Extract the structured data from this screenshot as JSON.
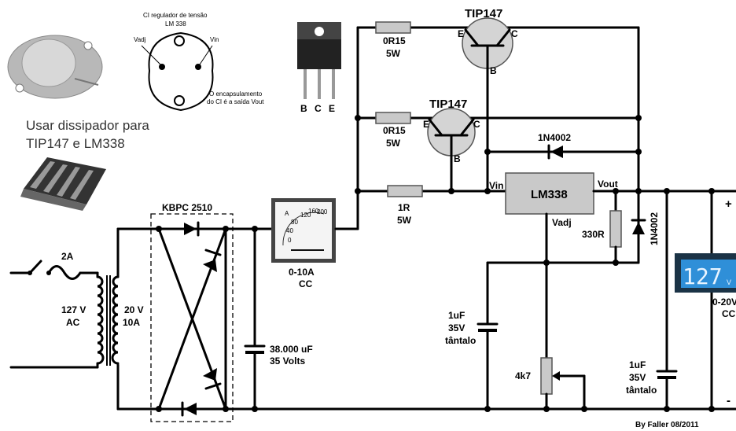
{
  "labels": {
    "ic_title_1": "CI regulador de tensão",
    "ic_title_2": "LM 338",
    "pin_vadj": "Vadj",
    "pin_vin": "Vin",
    "case_note_1": "O encapsulamento",
    "case_note_2": "do CI é a saída Vout",
    "pkg_b": "B",
    "pkg_c": "C",
    "pkg_e": "E",
    "heatsink_note_1": "Usar dissipador para",
    "heatsink_note_2": "TIP147 e LM338",
    "bridge": "KBPC 2510",
    "fuse": "2A",
    "mains_v": "127 V",
    "mains_ac": "AC",
    "sec_v": "20 V",
    "sec_a": "10A",
    "cap_main_v": "38.000 uF",
    "cap_main_rating": "35 Volts",
    "ammeter_range": "0-10A",
    "ammeter_cc": "CC",
    "r1_value": "0R15",
    "r1_power": "5W",
    "r2_value": "0R15",
    "r2_power": "5W",
    "r3_value": "1R",
    "r3_power": "5W",
    "q1": "TIP147",
    "q2": "TIP147",
    "q_e": "E",
    "q_c": "C",
    "q_b": "B",
    "diode_top": "1N4002",
    "diode_side": "1N4002",
    "reg": "LM338",
    "reg_vin": "Vin",
    "reg_vout": "Vout",
    "reg_vadj": "Vadj",
    "r_330": "330R",
    "c_adj_v": "1uF",
    "c_adj_rating": "35V",
    "c_adj_type": "tântalo",
    "pot": "4k7",
    "c_out_v": "1uF",
    "c_out_rating": "35V",
    "c_out_type": "tântalo",
    "volt_display": "127",
    "volt_unit": "V",
    "volt_range": "0-20V",
    "volt_cc": "CC",
    "plus": "+",
    "minus": "-",
    "credit": "By Faller 08/2011"
  },
  "ammeter": {
    "scale_a": "A",
    "ticks": [
      "0",
      "40",
      "80",
      "120",
      "160",
      "200"
    ]
  },
  "colors": {
    "wire": "#000000",
    "component_fill": "#c9c9c9",
    "lcd_blue": "#2f8fd8",
    "lcd_frame": "#1b3346"
  }
}
